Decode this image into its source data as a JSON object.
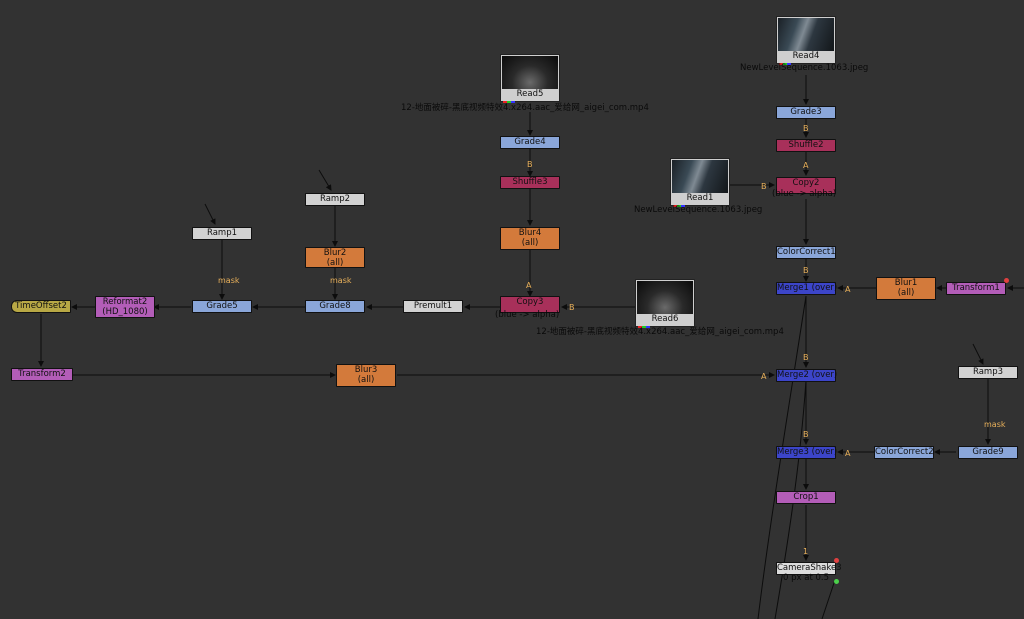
{
  "nodes": {
    "read5": {
      "label": "Read5",
      "file": "12-地面被碎-黑底视频特效4.x264.aac_爱给网_aigei_com.mp4"
    },
    "read4": {
      "label": "Read4",
      "file": "NewLevelSequence.1063.jpeg"
    },
    "read1": {
      "label": "Read1",
      "file": "NewLevelSequence.1063.jpeg"
    },
    "read6": {
      "label": "Read6",
      "file": "12-地面被碎-黑底视频特效4.x264.aac_爱给网_aigei_com.mp4"
    },
    "grade4": {
      "label": "Grade4"
    },
    "shuffle3": {
      "label": "Shuffle3"
    },
    "blur4": {
      "label": "Blur4",
      "sub": "(all)"
    },
    "copy3": {
      "label": "Copy3",
      "sub": "(blue -> alpha)"
    },
    "grade3": {
      "label": "Grade3"
    },
    "shuffle2": {
      "label": "Shuffle2"
    },
    "copy2": {
      "label": "Copy2",
      "sub": "(blue -> alpha)"
    },
    "colorcorrect1": {
      "label": "ColorCorrect1"
    },
    "merge1": {
      "label": "Merge1 (over)"
    },
    "blur1": {
      "label": "Blur1",
      "sub": "(all)"
    },
    "transform1": {
      "label": "Transform1"
    },
    "merge2": {
      "label": "Merge2 (over)"
    },
    "ramp3": {
      "label": "Ramp3"
    },
    "grade9": {
      "label": "Grade9"
    },
    "colorcorrect2": {
      "label": "ColorCorrect2"
    },
    "merge3": {
      "label": "Merge3 (over)"
    },
    "crop1": {
      "label": "Crop1"
    },
    "camerashake3": {
      "label": "CameraShake3",
      "sub": "0 px at 0.5"
    },
    "ramp2": {
      "label": "Ramp2"
    },
    "blur2": {
      "label": "Blur2",
      "sub": "(all)"
    },
    "grade8": {
      "label": "Grade8"
    },
    "ramp1": {
      "label": "Ramp1"
    },
    "grade5": {
      "label": "Grade5"
    },
    "premult1": {
      "label": "Premult1"
    },
    "reformat2": {
      "label": "Reformat2",
      "sub": "(HD_1080)"
    },
    "timeoffset2": {
      "label": "TimeOffset2"
    },
    "transform2": {
      "label": "Transform2"
    },
    "blur3": {
      "label": "Blur3",
      "sub": "(all)"
    }
  },
  "edge_labels": {
    "mask": "mask",
    "a": "A",
    "b": "B",
    "one": "1"
  },
  "colors": {
    "background": "#323232",
    "grade": "#8aa6d9",
    "shuffle": "#a8305a",
    "blur": "#d37a3b",
    "merge": "#3c45c9",
    "transform": "#b35db8",
    "read": "#cfcfcf",
    "ramp": "#d2d2d2",
    "timeoffset": "#b8a845",
    "edge": "#0c0c0c",
    "edge_label": "#e8b05a"
  }
}
